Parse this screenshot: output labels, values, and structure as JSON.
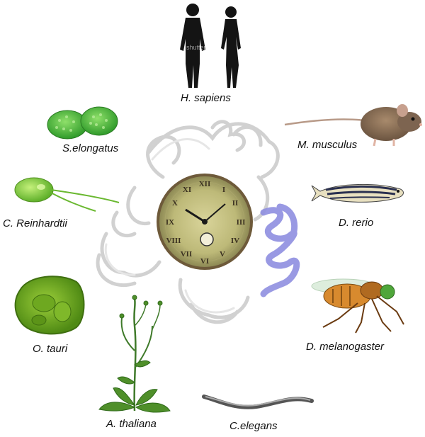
{
  "organisms": {
    "h_sapiens": "H. sapiens",
    "m_musculus": "M. musculus",
    "d_rerio": "D. rerio",
    "d_melanogaster": "D. melanogaster",
    "c_elegans": "C.elegans",
    "a_thaliana": "A. thaliana",
    "o_tauri": "O. tauri",
    "c_reinhardtii": "C. Reinhardtii",
    "s_elongatus": "S.elongatus"
  },
  "watermark": "shutterstock",
  "icons": {
    "center": "clock-icon",
    "protein": "protein-ribbon-icon",
    "human": "human-silhouette-icon",
    "mouse": "mouse-icon",
    "fish": "zebrafish-icon",
    "fly": "fruit-fly-icon",
    "worm": "nematode-icon",
    "plant": "arabidopsis-plant-icon",
    "alga": "ostreococcus-icon",
    "chlamy": "chlamydomonas-icon",
    "cyano": "cyanobacteria-icon"
  },
  "colors": {
    "label_text": "#111111",
    "clock_face": "#cfc98a",
    "protein_highlight": "#8f8fe0",
    "algae_green": "#5fc43a"
  }
}
